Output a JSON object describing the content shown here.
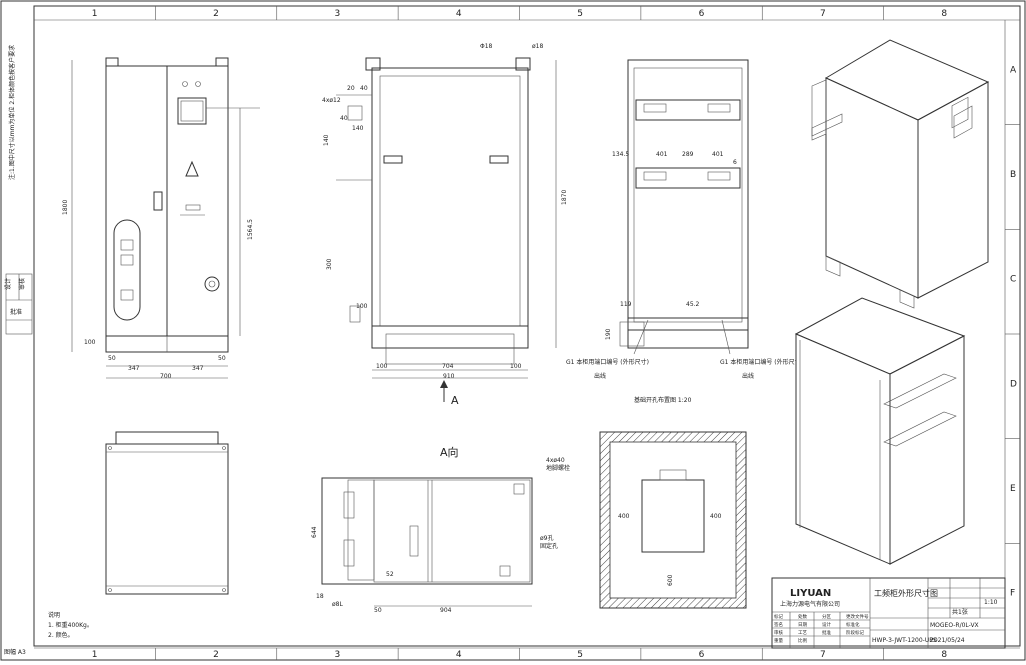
{
  "border": {
    "columns": [
      "1",
      "2",
      "3",
      "4",
      "5",
      "6",
      "7",
      "8"
    ],
    "rows": [
      "A",
      "B",
      "C",
      "D",
      "E",
      "F"
    ]
  },
  "views": {
    "front_dims": {
      "height": "1800",
      "sub_height": "1564.5",
      "base": "100",
      "left_foot": "50",
      "right_foot": "50",
      "left_half": "347",
      "right_half": "347",
      "width": "700"
    },
    "side_dims": {
      "top_a": "20",
      "top_b": "40",
      "top_c": "40",
      "label_a": "4xø12",
      "depth_a": "140",
      "depth_b": "140",
      "vert_a": "300",
      "vert_b": "100",
      "height": "1870",
      "left_base": "100",
      "mid": "704",
      "right_base": "100",
      "total": "910",
      "top_hole_a": "Φ18",
      "top_hole_b": "ø18",
      "arrow_label": "A"
    },
    "rear_dims": {
      "label_a": "134.5",
      "label_b": "401",
      "label_c": "289",
      "label_d": "401",
      "label_e": "6",
      "bottom_a": "119",
      "bottom_b": "45.2",
      "bottom_c": "190",
      "note_left": "G1 本柜用端口编号 (外形尺寸)",
      "note_right": "G1 本柜用端口编号 (外形尺寸)",
      "sub_left": "出线",
      "sub_right": "出线"
    },
    "a_view": {
      "title": "A向",
      "hole_label": "4xø40",
      "hole_sub": "地脚螺栓",
      "side_label": "ø9孔",
      "side_sub": "固定孔",
      "dim_left": "644",
      "dim_a": "52",
      "dim_b": "50",
      "dim_c": "904",
      "dim_d": "18",
      "dim_e": "ø8L"
    },
    "foundation": {
      "title": "基础开孔布置图 1:20",
      "dim_left": "400",
      "dim_right": "400",
      "dim_bottom": "600"
    }
  },
  "notes": {
    "heading": "说明",
    "line1": "1. 柜重400Kg。",
    "line2": "2. 颜色。"
  },
  "left_margin": {
    "vertical_text": "注:1.图中尺寸以mm为单位 2.柜体颜色按客户要求",
    "cell1": "设计",
    "cell2": "审核",
    "cell3": "批准"
  },
  "bottom_left": "图幅 A3",
  "title_block": {
    "company": "LIYUAN",
    "company_sub": "上海力源电气有限公司",
    "drawing_title": "工频柜外形尺寸图",
    "code": "MOGEO-R/0L-VX",
    "doc_no": "HWP-3-JWT-1200-UPS",
    "date": "2021/05/24",
    "scale": "1:10",
    "sheet": "共1张",
    "cells": [
      "标记",
      "处数",
      "分区",
      "更改文件号",
      "签名",
      "日期",
      "设计",
      "标准化",
      "审核",
      "工艺",
      "批准",
      "阶段标记",
      "重量",
      "比例"
    ]
  },
  "colors": {
    "line": "#333333",
    "background": "#ffffff"
  }
}
